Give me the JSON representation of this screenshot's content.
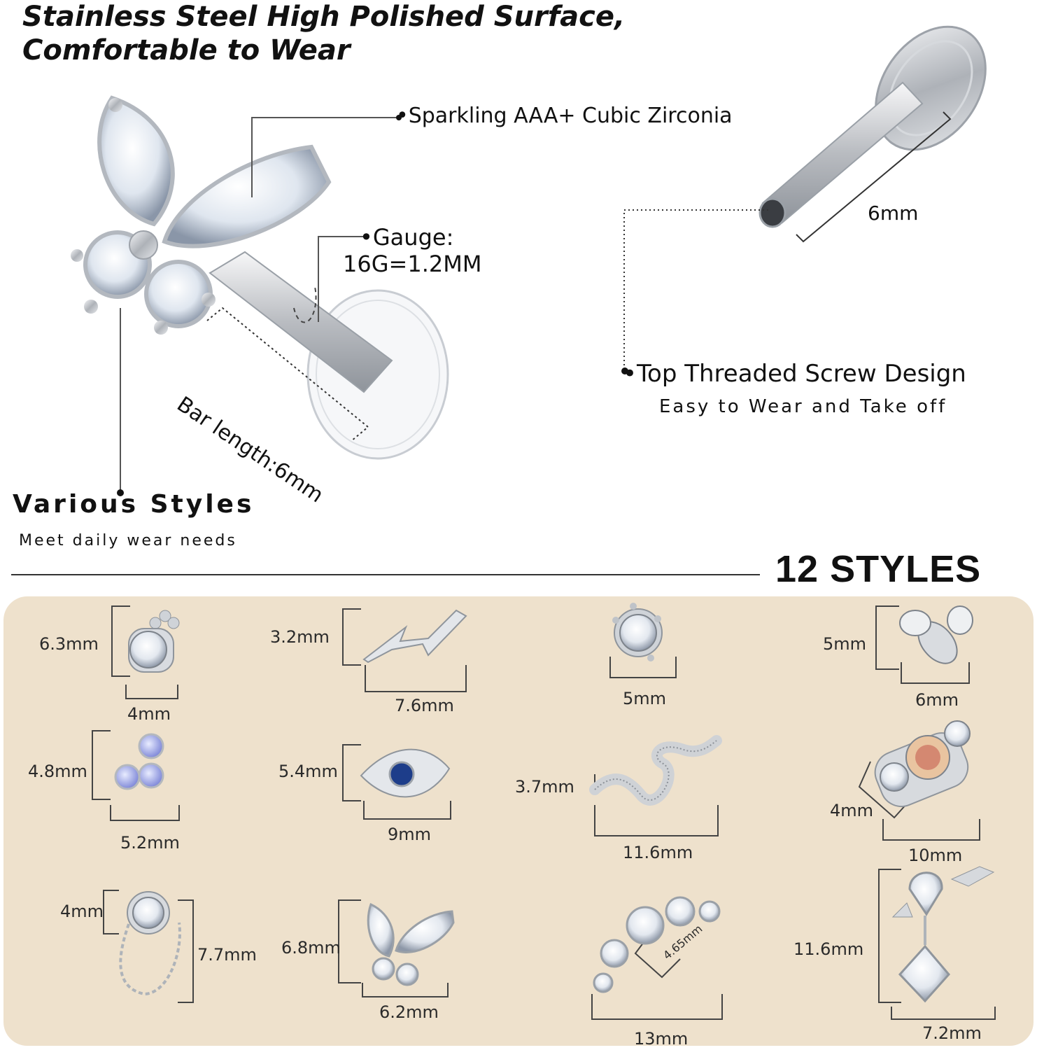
{
  "header": {
    "title_line1": "Stainless Steel High Polished Surface,",
    "title_line2": "Comfortable to Wear"
  },
  "callouts": {
    "zirconia": "•Sparkling AAA+ Cubic Zirconia",
    "gauge_label": "•Gauge:",
    "gauge_value": "16G=1.2MM",
    "bar_length": "Bar length:6mm",
    "thread_length": "6mm",
    "screw_title": "•Top Threaded Screw Design",
    "screw_sub": "Easy to Wear and Take off",
    "styles_title": "Various  Styles",
    "styles_sub": "Meet daily wear needs"
  },
  "styles_heading": "12 STYLES",
  "products": [
    {
      "name": "round-cz-drop",
      "height": "6.3mm",
      "width": "4mm"
    },
    {
      "name": "lightning-bolt",
      "height": "3.2mm",
      "width": "7.6mm"
    },
    {
      "name": "round-prong-cz",
      "width": "5mm"
    },
    {
      "name": "bee",
      "height": "5mm",
      "width": "6mm"
    },
    {
      "name": "opal-trinity",
      "height": "4.8mm",
      "width": "5.2mm"
    },
    {
      "name": "evil-eye",
      "height": "5.4mm",
      "width": "9mm"
    },
    {
      "name": "snake",
      "height": "3.7mm",
      "width": "11.6mm"
    },
    {
      "name": "ab-crystal-cluster",
      "height": "4mm",
      "width": "10mm"
    },
    {
      "name": "chain-drop",
      "height": "4mm",
      "drop": "7.7mm"
    },
    {
      "name": "butterfly",
      "height": "6.8mm",
      "width": "6.2mm"
    },
    {
      "name": "five-stone-climber",
      "height": "4.65mm",
      "width": "13mm"
    },
    {
      "name": "arrow-heart-dangle",
      "height": "11.6mm",
      "width": "7.2mm"
    }
  ],
  "colors": {
    "panel": "#eee1cc",
    "text": "#111111",
    "steel": "#c9ccd1",
    "crystal": "#f4f7fb",
    "opal": "#9fa7e8",
    "sapphire": "#1d3d8a"
  }
}
